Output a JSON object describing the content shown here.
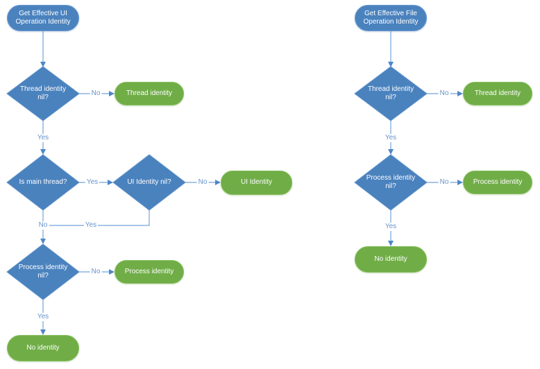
{
  "colors": {
    "node_blue": "#4A82BE",
    "node_blue_border": "#6B9BD2",
    "node_green": "#70AD47",
    "node_green_border": "#85BF5C",
    "connector": "#73A2D9",
    "arrow": "#4E87C8",
    "edge_label_text": "#6592CB",
    "shape_text": "#FFFFFF"
  },
  "nodes": {
    "l_start": "Get Effective UI Operation Identity",
    "l_d_thread": "Thread identity nil?",
    "l_r_thread": "Thread identity",
    "l_d_main": "Is main thread?",
    "l_d_ui": "UI Identity nil?",
    "l_r_ui": "UI Identity",
    "l_d_process": "Process identity nil?",
    "l_r_process": "Process identity",
    "l_end": "No identity",
    "r_start": "Get Effective File Operation Identity",
    "r_d_thread": "Thread identity nil?",
    "r_r_thread": "Thread identity",
    "r_d_process": "Process identity nil?",
    "r_r_process": "Process identity",
    "r_end": "No identity"
  },
  "edge_labels": {
    "l_thread_no": "No",
    "l_thread_yes": "Yes",
    "l_main_yes": "Yes",
    "l_ui_no": "No",
    "l_ui_yes": "Yes",
    "l_main_no": "No",
    "l_process_no": "No",
    "l_process_yes": "Yes",
    "r_thread_no": "No",
    "r_thread_yes": "Yes",
    "r_process_no": "No",
    "r_process_yes": "Yes"
  }
}
